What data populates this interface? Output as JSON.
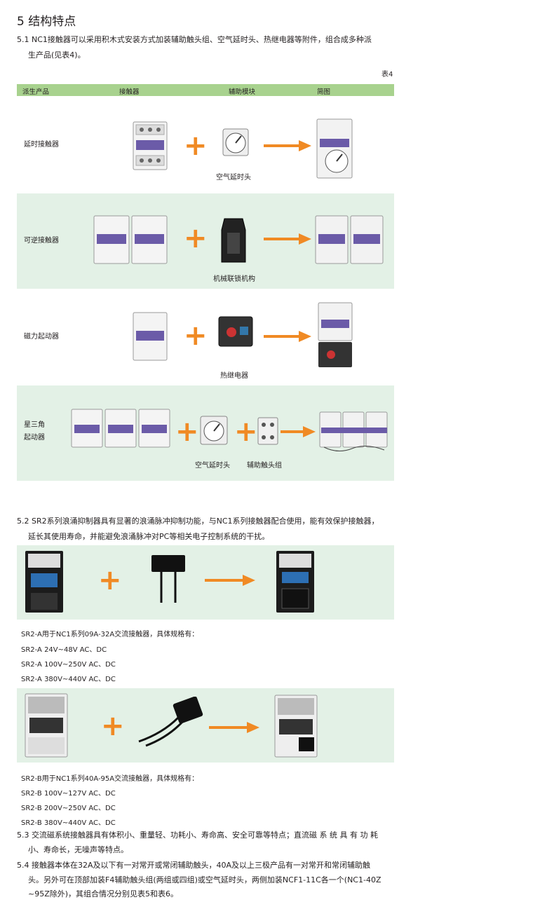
{
  "heading": "5 结构特点",
  "s51": {
    "line1": "5.1 NC1接触器可以采用积木式安装方式加装辅助触头组、空气延时头、热继电器等附件，组合成多种派",
    "line2": "生产品(见表4)。"
  },
  "table4": {
    "label": "表4",
    "headers": [
      "派生产品",
      "接触器",
      "辅助模块",
      "简图"
    ],
    "rows": [
      {
        "name": "延时接触器",
        "module": "空气延时头"
      },
      {
        "name": "可逆接触器",
        "module": "机械联锁机构"
      },
      {
        "name": "磁力起动器",
        "module": "热继电器"
      },
      {
        "name_line1": "星三角",
        "name_line2": "起动器",
        "module1": "空气延时头",
        "module2": "辅助触头组"
      }
    ]
  },
  "s52": {
    "line1": "5.2 SR2系列浪涌抑制器具有显著的浪涌脉冲抑制功能，与NC1系列接触器配合使用，能有效保护接触器，",
    "line2": "延长其使用寿命，并能避免浪涌脉冲对PC等相关电子控制系统的干扰。"
  },
  "sr2a": {
    "intro": "SR2-A用于NC1系列09A-32A交流接触器，具体规格有：",
    "specs": [
      "SR2-A 24V~48V AC、DC",
      "SR2-A 100V~250V AC、DC",
      "SR2-A 380V~440V AC、DC"
    ]
  },
  "sr2b": {
    "intro": "SR2-B用于NC1系列40A-95A交流接触器，具体规格有：",
    "specs": [
      "SR2-B 100V~127V AC、DC",
      "SR2-B 200V~250V AC、DC",
      "SR2-B 380V~440V AC、DC"
    ]
  },
  "s53": {
    "line1": "5.3 交流磁系统接触器具有体积小、重量轻、功耗小、寿命高、安全可靠等特点；直流磁 系 统 具 有 功 耗",
    "line2": "小、寿命长，无噪声等特点。"
  },
  "s54": {
    "line1": "5.4 接触器本体在32A及以下有一对常开或常闭辅助触头，40A及以上三极产品有一对常开和常闭辅助触",
    "line2": "头。另外可在顶部加装F4辅助触头组(两组或四组)或空气延时头，两侧加装NCF1-11C各一个(NC1-40Z",
    "line3": "~95Z除外)，其组合情况分别见表5和表6。"
  },
  "colors": {
    "accent": "#f08a24",
    "band": "#e3f1e6",
    "header": "#a8d28e",
    "module": "#6b5ba8"
  }
}
